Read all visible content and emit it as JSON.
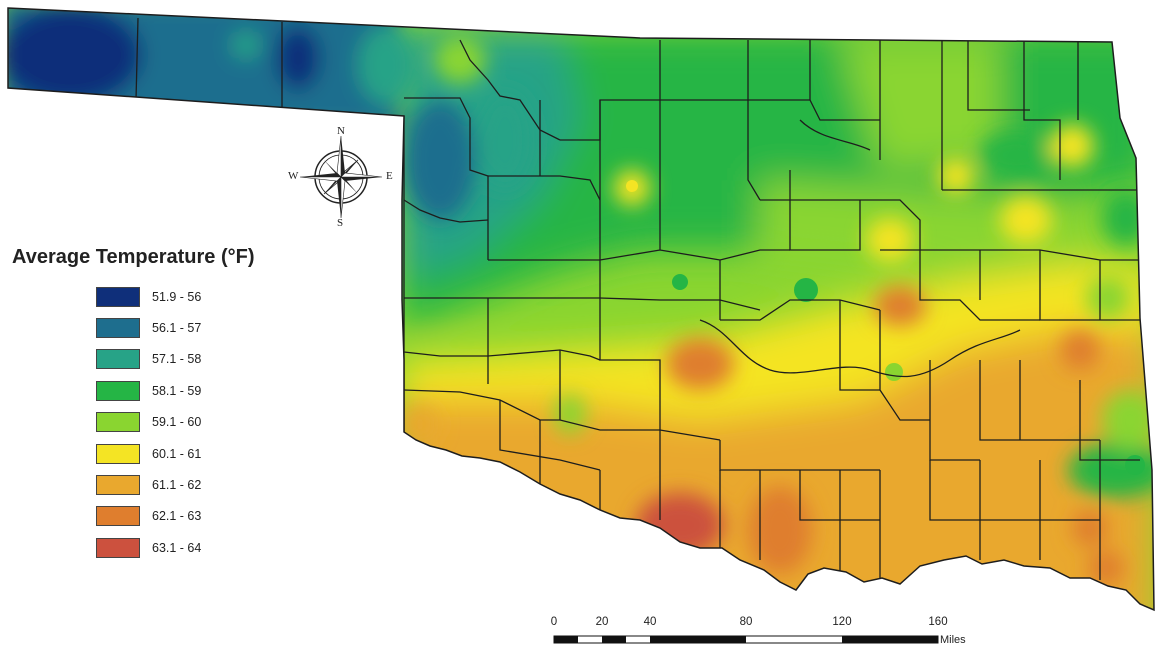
{
  "legend": {
    "title": "Average Temperature (°F)",
    "items": [
      {
        "label": "51.9 - 56",
        "color": "#0f2f7a"
      },
      {
        "label": "56.1 - 57",
        "color": "#1e6e8e"
      },
      {
        "label": "57.1 - 58",
        "color": "#27a387"
      },
      {
        "label": "58.1 - 59",
        "color": "#25b545"
      },
      {
        "label": "59.1 - 60",
        "color": "#8ad530"
      },
      {
        "label": "60.1 - 61",
        "color": "#f4e424"
      },
      {
        "label": "61.1 - 62",
        "color": "#e9a82e"
      },
      {
        "label": "62.1 - 63",
        "color": "#df7e2e"
      },
      {
        "label": "63.1 - 64",
        "color": "#cc513e"
      }
    ]
  },
  "compass": {
    "north": "N",
    "south": "S",
    "east": "E",
    "west": "W",
    "icon": "compass-rose-icon"
  },
  "scale": {
    "ticks": [
      "0",
      "20",
      "40",
      "80",
      "120",
      "160"
    ],
    "unit": "Miles"
  }
}
